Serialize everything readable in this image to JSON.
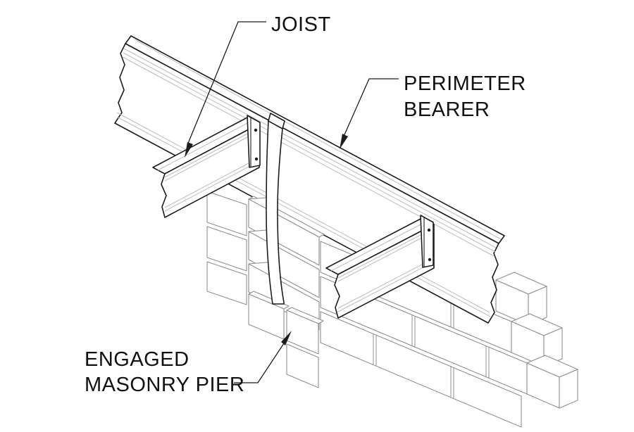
{
  "figure": {
    "type": "isometric construction detail drawing",
    "subject": "Perimeter bearer supported on an engaged masonry pier, with joists fixed to the bearer and a metal tie-down strap over the bearer"
  },
  "labels": {
    "joist": "JOIST",
    "perimeter_bearer": [
      "PERIMETER",
      "BEARER"
    ],
    "engaged_masonry_pier": [
      "ENGAGED",
      "MASONRY PIER"
    ]
  },
  "components": [
    {
      "name": "joist",
      "label": "JOIST"
    },
    {
      "name": "perimeter-bearer",
      "label": "PERIMETER BEARER"
    },
    {
      "name": "engaged-masonry-pier",
      "label": "ENGAGED MASONRY PIER"
    },
    {
      "name": "tie-down-strap",
      "label": ""
    },
    {
      "name": "brick-wall",
      "label": ""
    }
  ],
  "colors": {
    "background": "#ffffff",
    "outline": "#1c1c1c",
    "brick_line": "#8f8f8f",
    "lamination_line": "#bdbdbd",
    "text": "#111111"
  }
}
